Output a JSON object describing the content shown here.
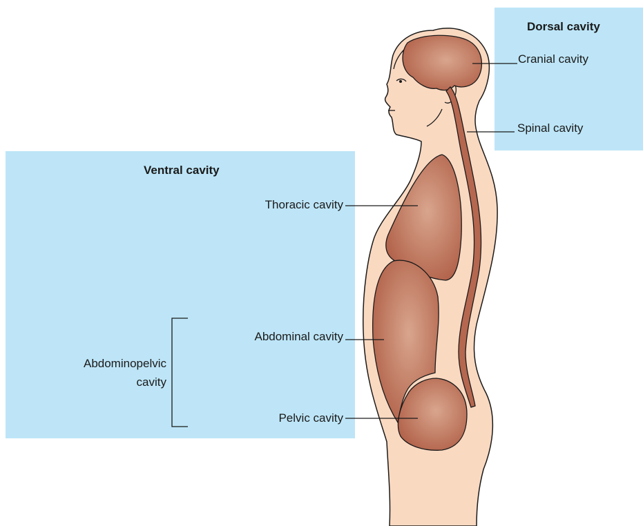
{
  "panels": {
    "dorsal": {
      "title": "Dorsal cavity"
    },
    "ventral": {
      "title": "Ventral cavity"
    }
  },
  "labels": {
    "cranial": "Cranial cavity",
    "spinal": "Spinal cavity",
    "thoracic": "Thoracic cavity",
    "abdominal": "Abdominal cavity",
    "pelvic": "Pelvic cavity",
    "abdominopelvic_line1": "Abdominopelvic",
    "abdominopelvic_line2": "cavity"
  },
  "colors": {
    "panel_fill": "#bde5f7",
    "skin": "#fad9c1",
    "organ": "#b5674f",
    "organ_light": "#d29c84",
    "outline": "#1a1a1a"
  }
}
